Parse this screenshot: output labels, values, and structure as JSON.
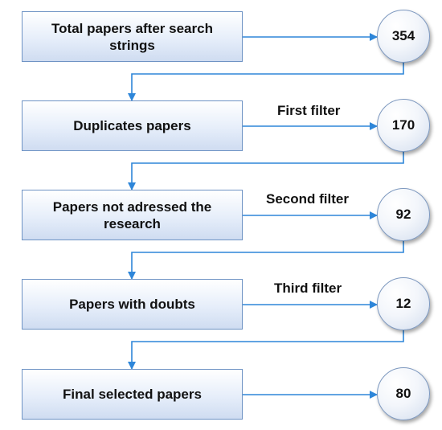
{
  "diagram": {
    "stages": [
      {
        "label": "Total papers after search strings",
        "count": "354",
        "filter": ""
      },
      {
        "label": "Duplicates  papers",
        "count": "170",
        "filter": "First filter"
      },
      {
        "label": "Papers not adressed the research",
        "count": "92",
        "filter": "Second filter"
      },
      {
        "label": "Papers with doubts",
        "count": "12",
        "filter": "Third filter"
      },
      {
        "label": "Final selected papers",
        "count": "80",
        "filter": ""
      }
    ],
    "colors": {
      "arrow": "#2e86d9",
      "box_border": "#6e93c4",
      "box_fill_top": "#ffffff",
      "box_fill_bottom": "#cfdcf1",
      "circle_fill": "#f3f6fb"
    }
  }
}
